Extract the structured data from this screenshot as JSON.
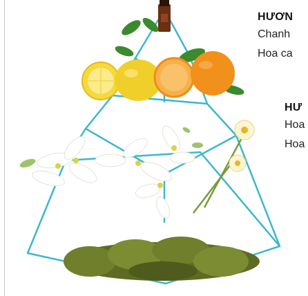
{
  "notes": {
    "top": {
      "title": "HƯƠN",
      "lines": [
        "Chanh",
        "Hoa ca"
      ]
    },
    "heart": {
      "title": "HƯ",
      "lines": [
        "Hoa",
        "Hoa"
      ]
    }
  },
  "colors": {
    "pyramid_lines": "#3bb7cf",
    "moss": "#6f7f2b",
    "lemon": "#f1cf2a",
    "orange": "#f2901c",
    "leaf": "#3a8a2e",
    "bottle": "#6b2f12"
  },
  "icons": [
    "perfume-bottle-icon",
    "lemon-icon",
    "orange-icon",
    "jasmine-flower-icon",
    "neroli-flower-icon",
    "moss-icon"
  ]
}
